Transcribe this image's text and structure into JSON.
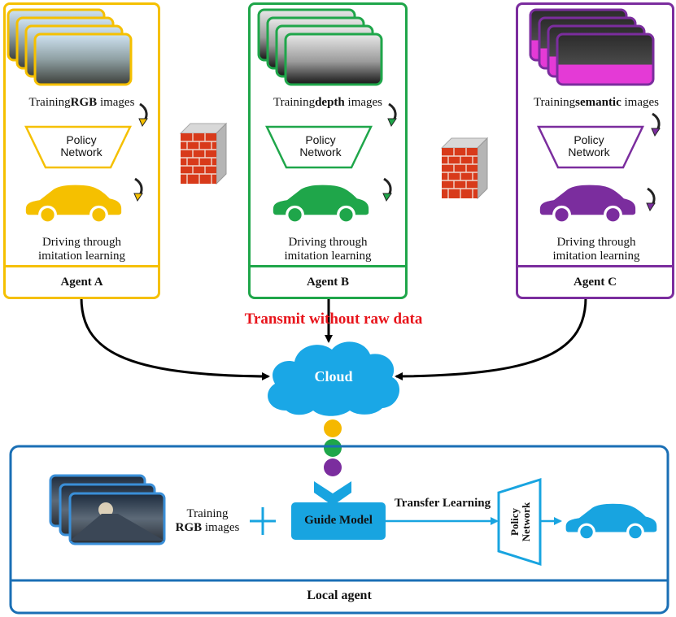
{
  "agents": [
    {
      "id": "a",
      "color": "#f5c000",
      "training_prefix": "Training",
      "training_bold": "RGB",
      "training_suffix": " images",
      "policy_line1": "Policy",
      "policy_line2": "Network",
      "driving_line1": "Driving through",
      "driving_line2": "imitation learning",
      "name": "Agent A"
    },
    {
      "id": "b",
      "color": "#1fa64a",
      "training_prefix": "Training",
      "training_bold": "depth",
      "training_suffix": " images",
      "policy_line1": "Policy",
      "policy_line2": "Network",
      "driving_line1": "Driving through",
      "driving_line2": "imitation learning",
      "name": "Agent B"
    },
    {
      "id": "c",
      "color": "#7b2d9e",
      "training_prefix": "Training",
      "training_bold": "semantic",
      "training_suffix": " images",
      "policy_line1": "Policy",
      "policy_line2": "Network",
      "driving_line1": "Driving through",
      "driving_line2": "imitation learning",
      "name": "Agent C"
    }
  ],
  "transmit_label": "Transmit without raw data",
  "transmit_color": "#e8141b",
  "cloud_label": "Cloud",
  "cloud_color": "#1aa7e6",
  "local": {
    "color": "#1a6fb5",
    "accent": "#18a4e0",
    "training_line1": "Training",
    "training_bold": "RGB",
    "training_suffix": " images",
    "guide_model": "Guide Model",
    "transfer_label": "Transfer Learning",
    "policy_line1": "Policy",
    "policy_line2": "Network",
    "name": "Local agent"
  },
  "icons": [
    "firewall-icon",
    "car-icon",
    "cloud-icon",
    "merge-chevron-icon"
  ]
}
